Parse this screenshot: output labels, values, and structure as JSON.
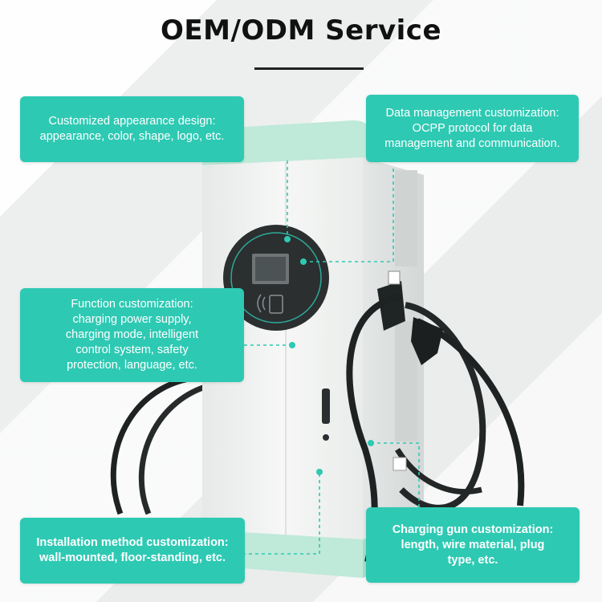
{
  "title": "OEM/ODM Service",
  "colors": {
    "accent": "#2ec9b3",
    "cabinet": "#f2f3f1",
    "trim": "#bfe9d9",
    "panel": "#2b2f30",
    "cable": "#1f2222"
  },
  "icons": {
    "rfid": "contactless-card-icon",
    "lock": "key-lock-icon"
  },
  "cards": {
    "appearance": "Customized appearance design:\nappearance, color, shape, logo, etc.",
    "data": "Data management customization:\nOCPP protocol for data\nmanagement and communication.",
    "function": "Function customization:\ncharging power supply,\ncharging mode, intelligent\ncontrol system, safety\nprotection, language, etc.",
    "install": "Installation method customization:\nwall-mounted, floor-standing, etc.",
    "gun": "Charging gun customization:\nlength, wire material, plug\ntype, etc."
  }
}
